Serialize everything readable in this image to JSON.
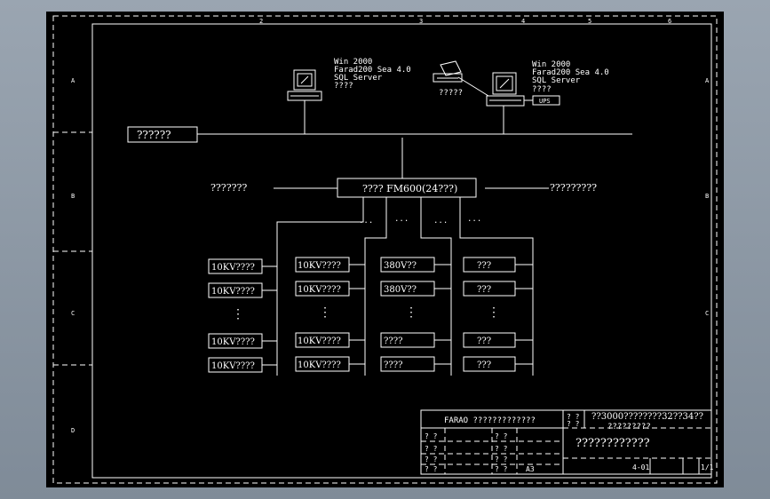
{
  "frame": {
    "column_marks": [
      "2",
      "3",
      "4",
      "5",
      "6"
    ],
    "row_marks": [
      "A",
      "B",
      "C",
      "D"
    ]
  },
  "left_workstation": {
    "lines": [
      "Win 2000",
      "Farad200 Sea 4.0",
      "SQL Server",
      "????"
    ]
  },
  "right_workstation": {
    "lines": [
      "Win 2000",
      "Farad200 Sea 4.0",
      "SQL Server",
      "????"
    ],
    "printer_label": "?????",
    "ups_label": "UPS"
  },
  "network_label": "??????",
  "hub": {
    "label": "????  FM600(24???)",
    "left_label": "???????",
    "right_label": "?????????",
    "dots": [
      "...",
      "...",
      "...",
      "..."
    ]
  },
  "devices": {
    "columns": [
      {
        "top": [
          "10KV????",
          "10KV????"
        ],
        "bottom": [
          "10KV????",
          "10KV????"
        ]
      },
      {
        "top": [
          "10KV????",
          "10KV????"
        ],
        "bottom": [
          "10KV????",
          "10KV????"
        ]
      },
      {
        "top": [
          "380V??",
          "380V??"
        ],
        "bottom": [
          "????",
          "????"
        ]
      },
      {
        "top": [
          "???",
          "???"
        ],
        "bottom": [
          "???",
          "???"
        ]
      }
    ],
    "vdots": "⋮"
  },
  "title_block": {
    "company": "FARAO  ?????????????",
    "project": "??3000????????32??34??",
    "sub": "?????????",
    "drawing_title": "????????????",
    "number": "4-01",
    "sheet": "1/1",
    "left_cells": [
      "? ?",
      "? ?",
      "? ?",
      "? ?"
    ],
    "mid_cells": [
      "? ?",
      "? ?",
      "? ?",
      "? ?"
    ],
    "small_right": [
      "? ?",
      "? ?"
    ],
    "ab": "A3"
  }
}
